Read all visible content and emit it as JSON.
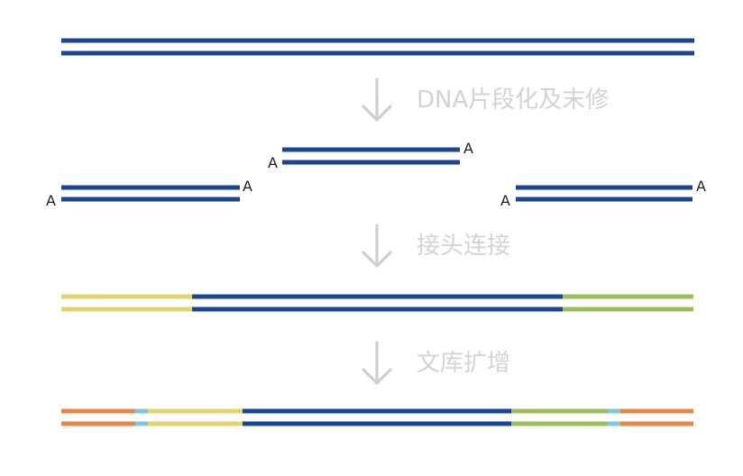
{
  "colors": {
    "dna": "#1a4593",
    "adapter_left": "#e2d46f",
    "adapter_right": "#9dbe5e",
    "index": "#7ec8df",
    "primer": "#e0894a",
    "arrow": "#cfcfcf",
    "step_text": "#d3d3d3",
    "end_text": "#1f1f1f"
  },
  "steps": [
    {
      "label": "DNA片段化及末修",
      "icon": "arrow-down-icon"
    },
    {
      "label": "接头连接",
      "icon": "arrow-down-icon"
    },
    {
      "label": "文库扩增",
      "icon": "arrow-down-icon"
    }
  ],
  "a_tail": "A"
}
